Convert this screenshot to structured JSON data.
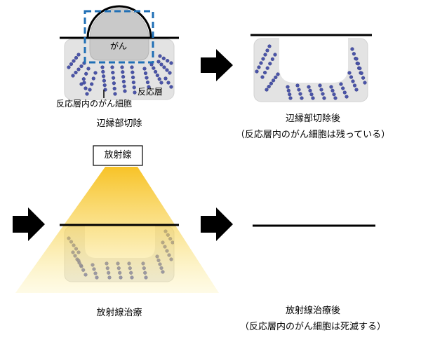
{
  "labels": {
    "tumor": "がん",
    "reactive_layer": "反応層",
    "cells_in_layer": "反応層内のがん細胞",
    "step1": "辺縁部切除",
    "step2_title": "辺縁部切除後",
    "step2_note": "（反応層内のがん細胞は残っている）",
    "radiation_source": "放射線",
    "step3": "放射線治療",
    "step4_title": "放射線治療後",
    "step4_note": "（反応層内のがん細胞は死滅する）"
  },
  "colors": {
    "tissue": "#e3e3e3",
    "tissue_stroke": "#cfcfcf",
    "cell": "#4a54a8",
    "tumor": "#c9c9c9",
    "cut_box": "#1f6fb5",
    "beam": "#f6c93c",
    "arrow": "#000000"
  }
}
